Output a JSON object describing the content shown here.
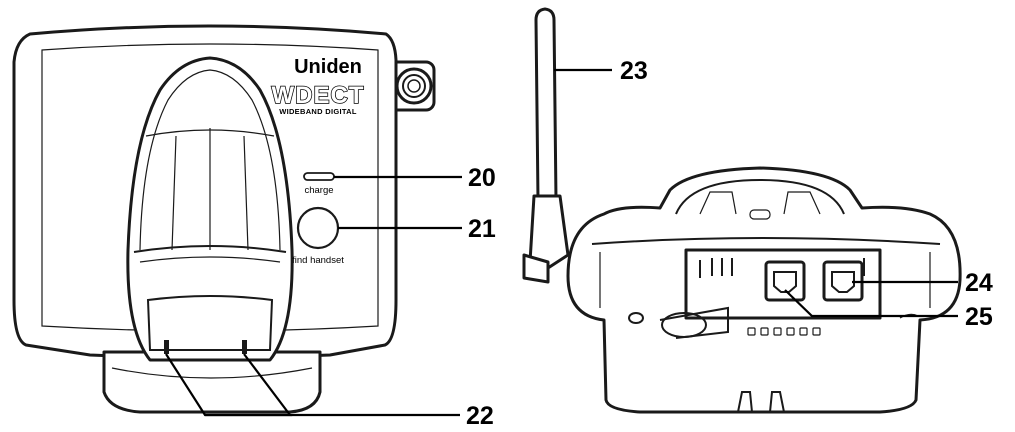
{
  "brand": {
    "maker": "Uniden",
    "product": "WDECT",
    "tagline": "WIDEBAND DIGITAL"
  },
  "device_labels": {
    "charge": "charge",
    "find_handset": "find handset"
  },
  "callouts": [
    {
      "id": "20",
      "label": "20"
    },
    {
      "id": "21",
      "label": "21"
    },
    {
      "id": "22",
      "label": "22"
    },
    {
      "id": "23",
      "label": "23"
    },
    {
      "id": "24",
      "label": "24"
    },
    {
      "id": "25",
      "label": "25"
    }
  ]
}
